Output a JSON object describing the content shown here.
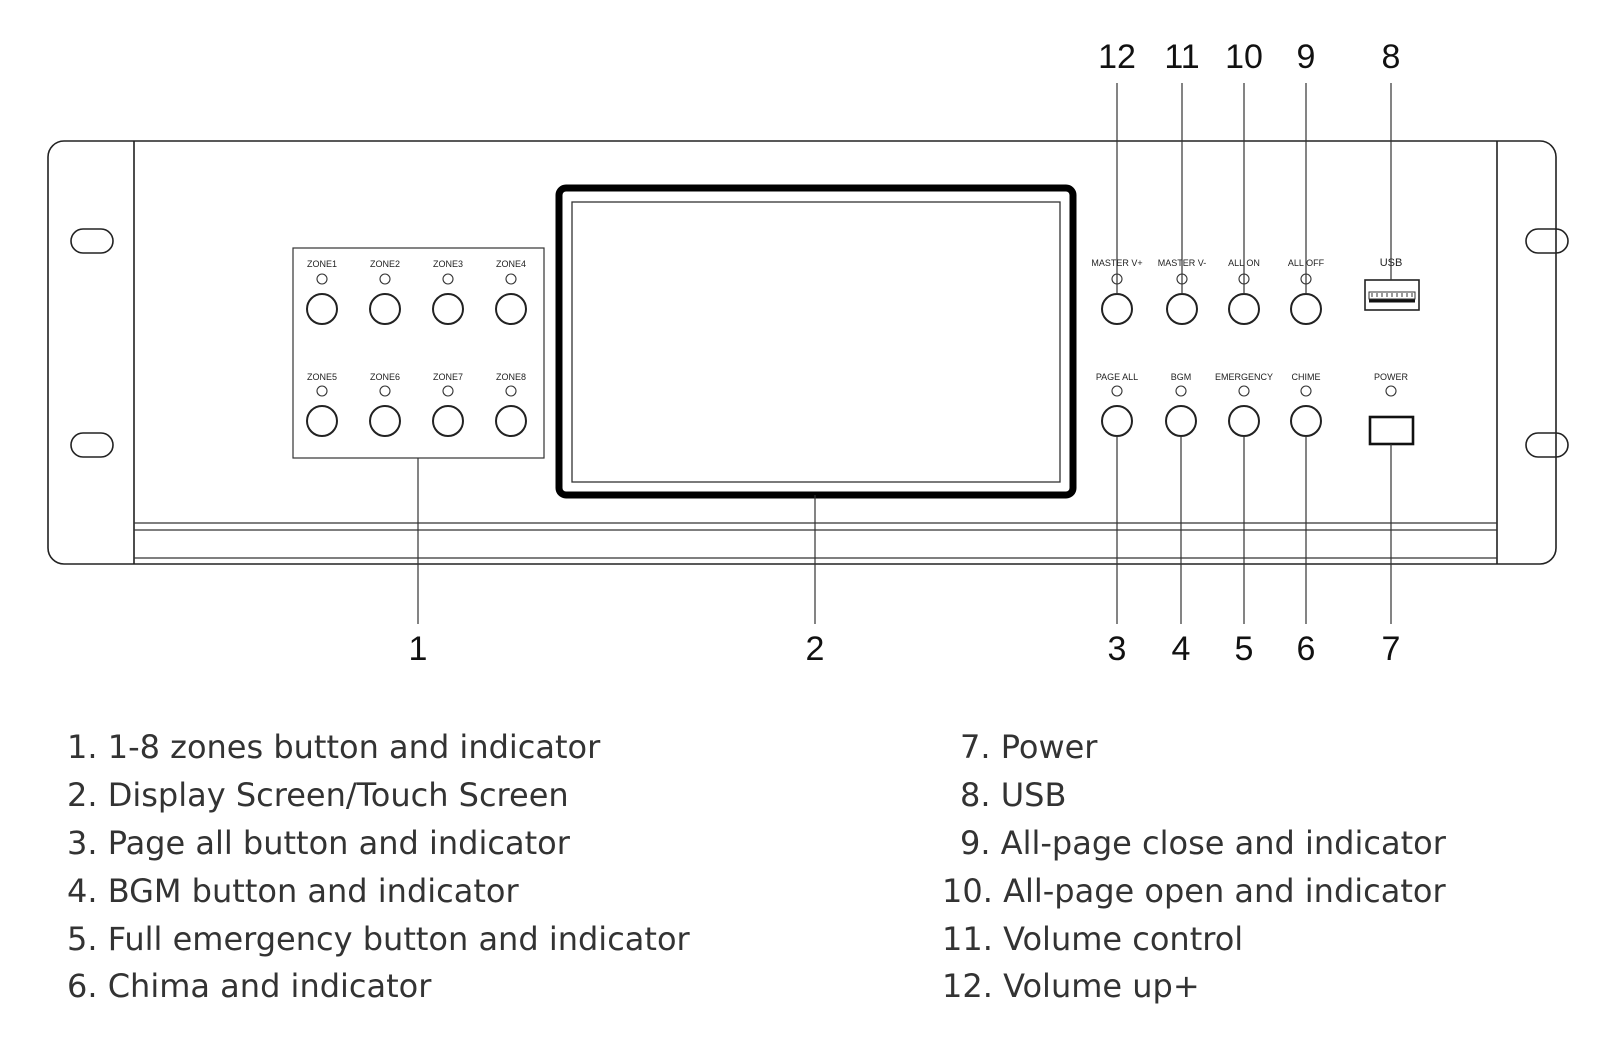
{
  "panel": {
    "zones": [
      "ZONE1",
      "ZONE2",
      "ZONE3",
      "ZONE4",
      "ZONE5",
      "ZONE6",
      "ZONE7",
      "ZONE8"
    ],
    "top_controls": [
      "MASTER V+",
      "MASTER V-",
      "ALL ON",
      "ALL OFF"
    ],
    "bottom_controls": [
      "PAGE ALL",
      "BGM",
      "EMERGENCY",
      "CHIME"
    ],
    "usb_label": "USB",
    "power_label": "POWER"
  },
  "callouts": {
    "top": [
      "12",
      "11",
      "10",
      "9",
      "8"
    ],
    "bottom": [
      "1",
      "2",
      "3",
      "4",
      "5",
      "6",
      "7"
    ]
  },
  "legend": {
    "left": [
      "1. 1-8 zones button and indicator",
      "2. Display Screen/Touch Screen",
      "3. Page all button and indicator",
      "4. BGM button and indicator",
      "5. Full emergency button and indicator",
      "6. Chima and indicator"
    ],
    "right": [
      "7. Power",
      "8. USB",
      "9. All-page close and indicator",
      "10. All-page open and indicator",
      "11. Volume control",
      "12. Volume up+"
    ]
  }
}
